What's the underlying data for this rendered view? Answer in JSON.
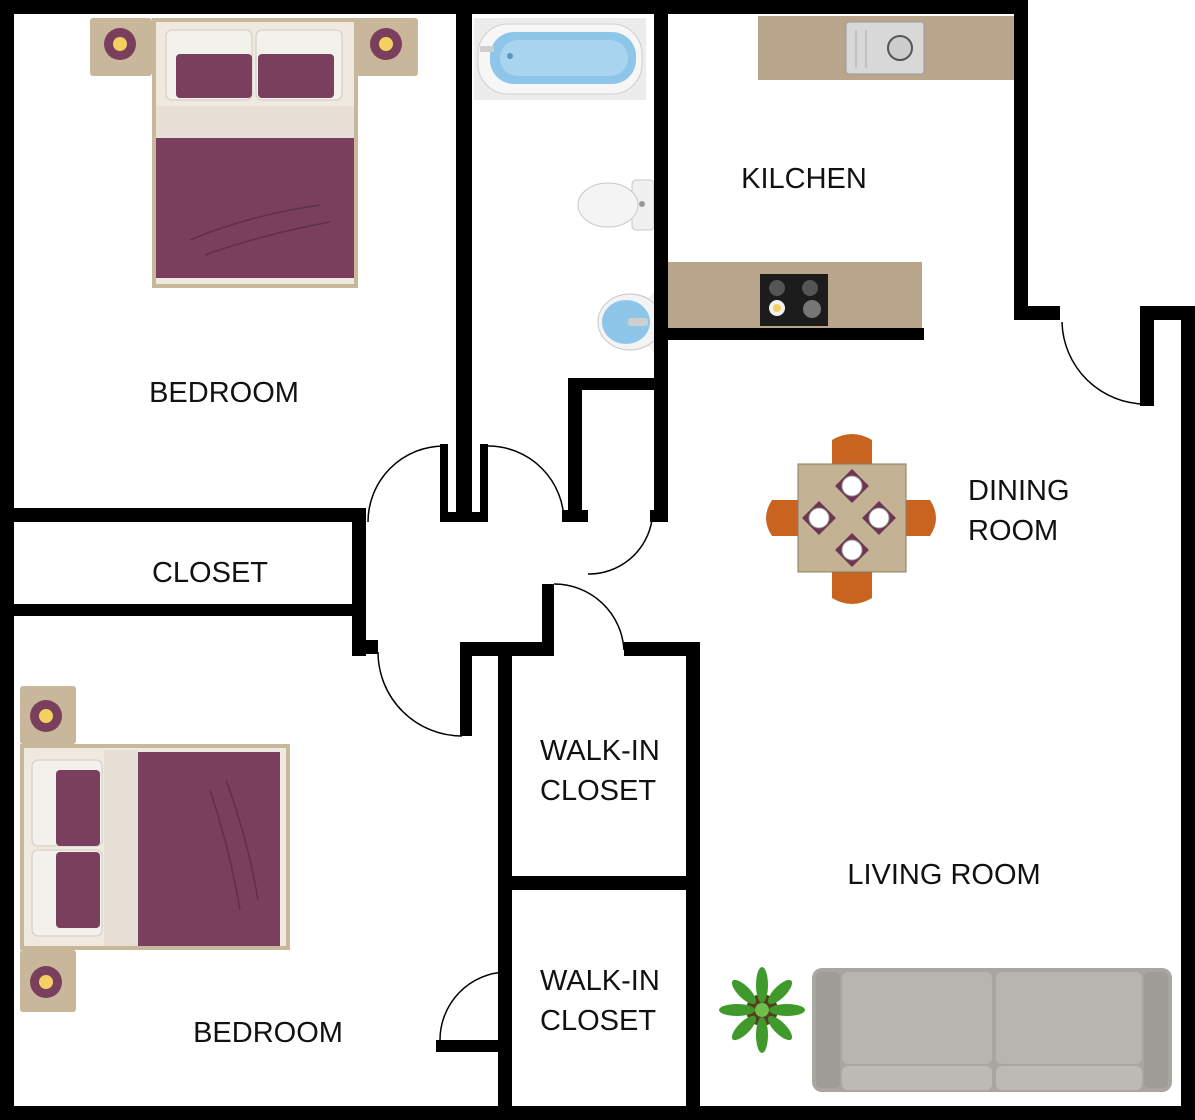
{
  "floor_plan": {
    "rooms": {
      "bedroom_top": "BEDROOM",
      "closet": "CLOSET",
      "kitchen": "KILCHEN",
      "dining_line1": "DINING",
      "dining_line2": "ROOM",
      "walkin_top_line1": "WALK-IN",
      "walkin_top_line2": "CLOSET",
      "walkin_bottom_line1": "WALK-IN",
      "walkin_bottom_line2": "CLOSET",
      "living_room": "LIVING ROOM",
      "bedroom_bottom": "BEDROOM"
    },
    "fixtures": [
      "double-bed",
      "nightstand",
      "bathtub",
      "toilet",
      "bathroom-sink",
      "kitchen-sink",
      "cooktop",
      "dining-table",
      "dining-chair",
      "sofa",
      "potted-plant"
    ],
    "colors": {
      "wall": "#000000",
      "bedding": "#7a3f5c",
      "wood": "#c7b59a",
      "counter": "#b9a58c",
      "water": "#8ec6ea",
      "chair": "#c8641f",
      "sofa": "#a9a6a1",
      "plant": "#3f9a2b"
    }
  }
}
